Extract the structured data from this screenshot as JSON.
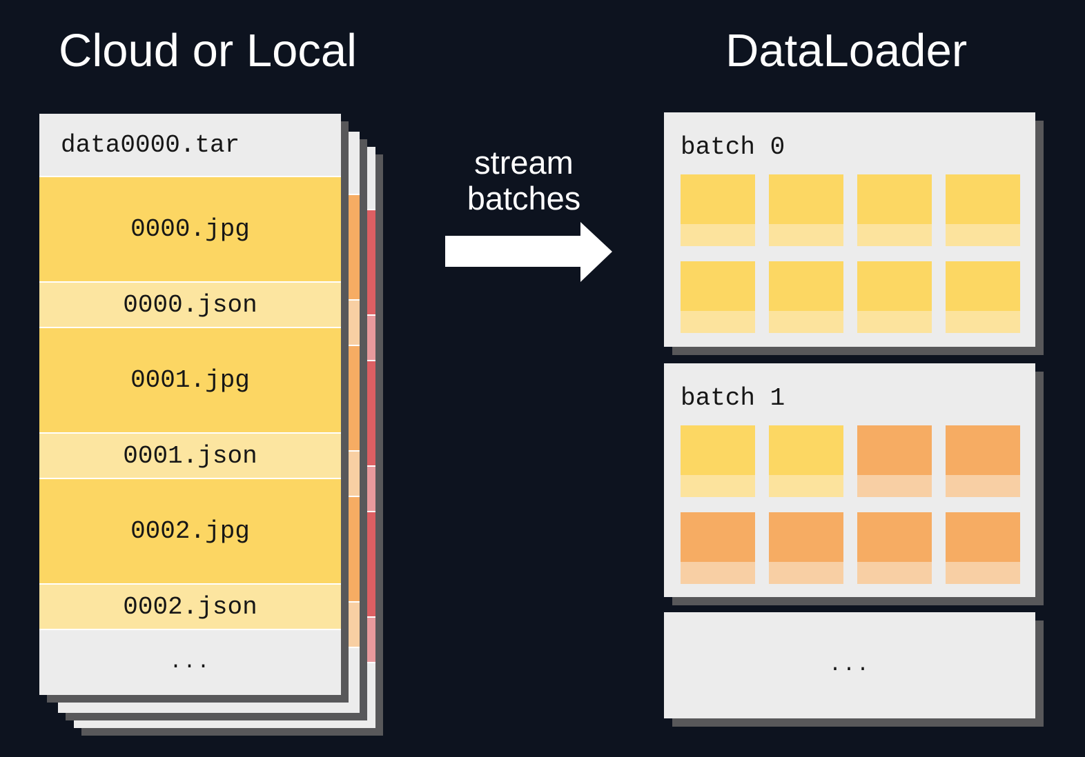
{
  "titles": {
    "left": "Cloud or Local",
    "right": "DataLoader"
  },
  "arrow": {
    "label_line1": "stream",
    "label_line2": "batches",
    "direction": "right"
  },
  "tar_stack": {
    "front": {
      "header": "data0000.tar",
      "rows": [
        {
          "label": "0000.jpg",
          "type": "jpg"
        },
        {
          "label": "0000.json",
          "type": "json"
        },
        {
          "label": "0001.jpg",
          "type": "jpg"
        },
        {
          "label": "0001.json",
          "type": "json"
        },
        {
          "label": "0002.jpg",
          "type": "jpg"
        },
        {
          "label": "0002.json",
          "type": "json"
        }
      ],
      "footer": "..."
    },
    "behind_cards": [
      {
        "palette": "orange"
      },
      {
        "palette": "red"
      }
    ]
  },
  "dataloader": {
    "batches": [
      {
        "label": "batch 0",
        "tiles": [
          "yellow",
          "yellow",
          "yellow",
          "yellow",
          "yellow",
          "yellow",
          "yellow",
          "yellow"
        ]
      },
      {
        "label": "batch 1",
        "tiles": [
          "yellow",
          "yellow",
          "orange",
          "orange",
          "orange",
          "orange",
          "orange",
          "orange"
        ]
      }
    ],
    "more_label": "..."
  },
  "colors": {
    "background": "#0d131f",
    "card_gray": "#ececec",
    "shadow_gray": "#58585a",
    "separator_white": "#ffffff",
    "jpg_yellow": "#fcd663",
    "json_yellow": "#fce5a0",
    "tile_yellow_top": "#fcd763",
    "tile_yellow_bottom": "#fce39d",
    "orange": "#f6ac63",
    "orange_light": "#f8cfa4",
    "red": "#dc5f63",
    "red_light": "#e89a9d",
    "title_white": "#ffffff",
    "mono_text": "#161616"
  }
}
